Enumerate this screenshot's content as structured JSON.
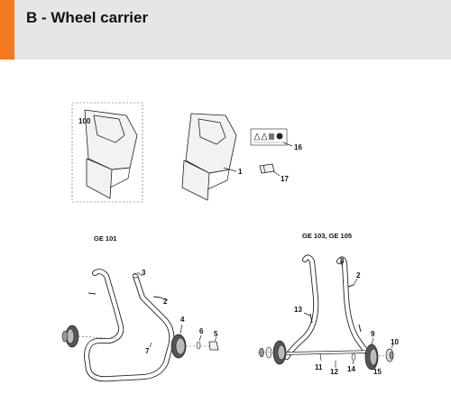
{
  "header": {
    "title": "B - Wheel carrier",
    "accent_color": "#f37a1f",
    "band_color": "#e6e6e6"
  },
  "models": {
    "left": "GE 101",
    "right": "GE 103, GE 105"
  },
  "callouts": {
    "c100": "100",
    "c1": "1",
    "c16": "16",
    "c17": "17",
    "left_3": "3",
    "left_2": "2",
    "left_4": "4",
    "left_6": "6",
    "left_5": "5",
    "left_7": "7",
    "right_8": "8",
    "right_2": "2",
    "right_13": "13",
    "right_9": "9",
    "right_10": "10",
    "right_11": "11",
    "right_12": "12",
    "right_14": "14",
    "right_15": "15"
  }
}
